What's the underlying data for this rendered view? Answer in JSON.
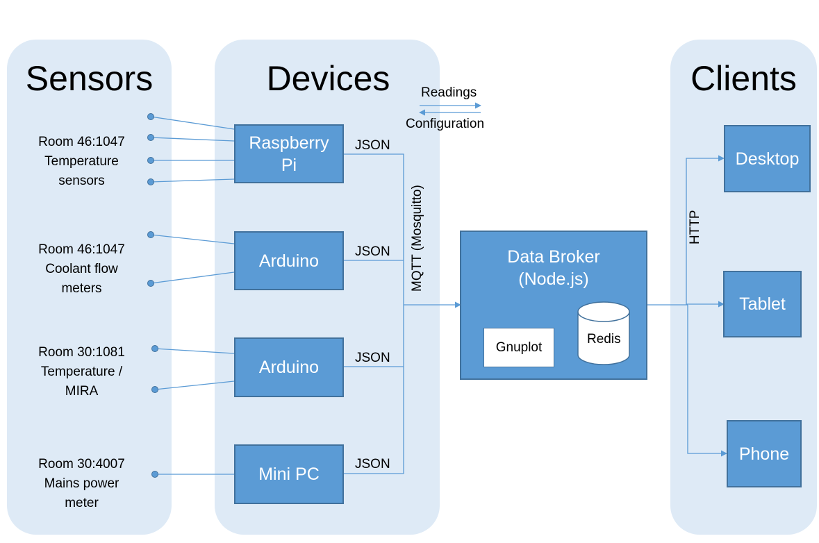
{
  "panels": {
    "sensors": {
      "title": "Sensors"
    },
    "devices": {
      "title": "Devices"
    },
    "clients": {
      "title": "Clients"
    }
  },
  "sensor_groups": [
    {
      "line1": "Room 46:1047",
      "line2": "Temperature",
      "line3": "sensors"
    },
    {
      "line1": "Room 46:1047",
      "line2": "Coolant flow",
      "line3": "meters"
    },
    {
      "line1": "Room 30:1081",
      "line2": "Temperature /",
      "line3": "MIRA"
    },
    {
      "line1": "Room 30:4007",
      "line2": "Mains power",
      "line3": "meter"
    }
  ],
  "devices": [
    {
      "line1": "Raspberry",
      "line2": "Pi"
    },
    {
      "line1": "Arduino",
      "line2": ""
    },
    {
      "line1": "Arduino",
      "line2": ""
    },
    {
      "line1": "Mini PC",
      "line2": ""
    }
  ],
  "connections": {
    "device_output": "JSON",
    "bus_label": "MQTT (Mosquitto)",
    "client_protocol": "HTTP"
  },
  "legend": {
    "forward": "Readings",
    "backward": "Configuration"
  },
  "broker": {
    "line1": "Data Broker",
    "line2": "(Node.js)",
    "plot_tool": "Gnuplot",
    "database": "Redis"
  },
  "clients": [
    {
      "label": "Desktop"
    },
    {
      "label": "Tablet"
    },
    {
      "label": "Phone"
    }
  ],
  "colors": {
    "panel_bg": "#deeaf6",
    "box_fill": "#5b9bd5",
    "box_border": "#41719c",
    "wire": "#5b9bd5"
  }
}
